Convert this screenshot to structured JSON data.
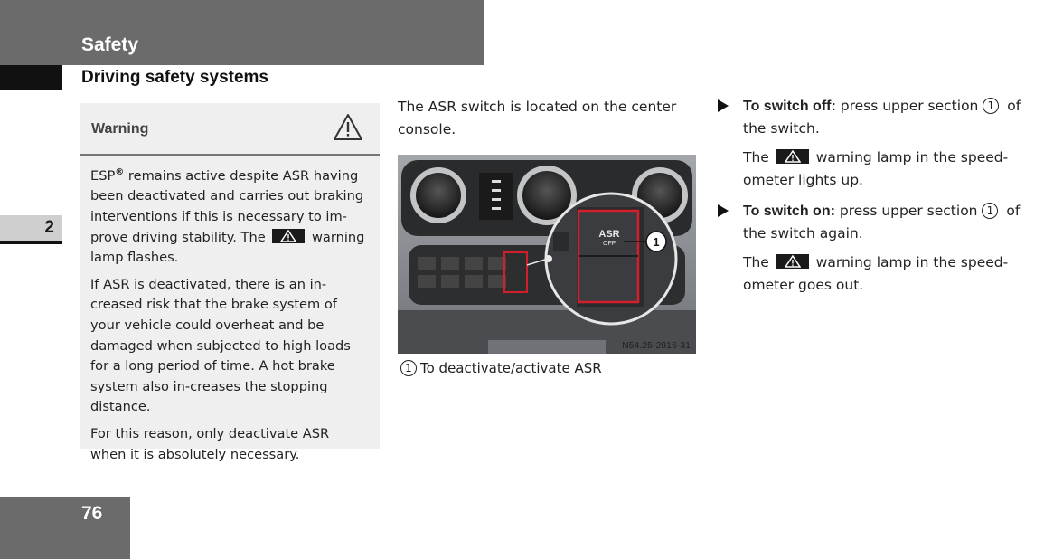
{
  "header": {
    "title": "Safety"
  },
  "section": {
    "title": "Driving safety systems"
  },
  "chapter": {
    "number": "2"
  },
  "page": {
    "number": "76"
  },
  "warning": {
    "label": "Warning",
    "p1_pre": "ESP",
    "p1_reg": "®",
    "p1_a": " remains active despite ASR having been deactivated and carries out braking interventions if this is necessary to im-prove driving stability. The",
    "p1_b": " warning lamp flashes.",
    "p2": "If ASR is deactivated, there is an in-creased risk that the brake system of your vehicle could overheat and be damaged when subjected to high loads for a long period of time. A hot brake system also in-creases the stopping distance.",
    "p3": "For this reason, only deactivate ASR when it is absolutely necessary."
  },
  "middle": {
    "intro": "The ASR switch is located on the center console.",
    "figure_code": "N54.25-2916-31",
    "switch_label_top": "ASR",
    "switch_label_bottom": "OFF",
    "callout_num": "1",
    "caption_num": "1",
    "caption_text": "To deactivate/activate ASR"
  },
  "steps": [
    {
      "title": "To switch off:",
      "text_a": " press upper section ",
      "num": "1",
      "text_b": " of the switch.",
      "res_a": "The ",
      "res_b": " warning lamp in the speed-ometer lights up."
    },
    {
      "title": "To switch on:",
      "text_a": " press upper section ",
      "num": "1",
      "text_b": " of the switch again.",
      "res_a": "The ",
      "res_b": " warning lamp in the speed-ometer goes out."
    }
  ],
  "colors": {
    "header_gray": "#6b6b6b",
    "warning_bg": "#efefef",
    "highlight_red": "#d21f2b"
  },
  "icons": {
    "warning": "warning-triangle-icon",
    "step": "arrow-right-icon"
  }
}
